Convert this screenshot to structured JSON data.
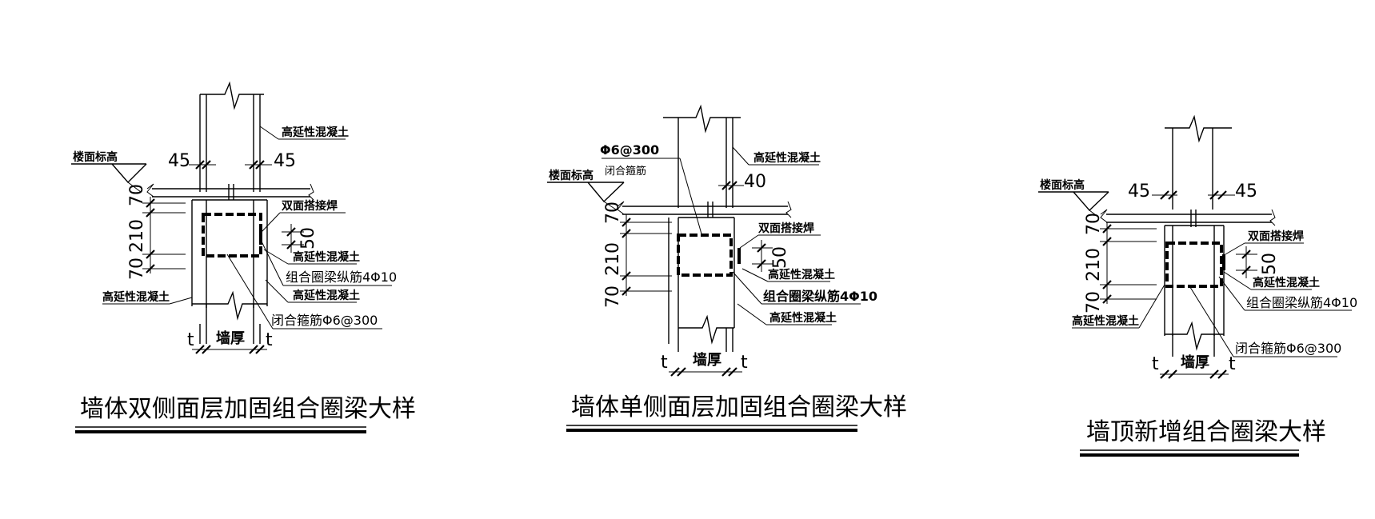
{
  "details": [
    {
      "id": "double-side",
      "title": "墙体双侧面层加固组合圈梁大样",
      "labels": {
        "floor_level": "楼面标高",
        "concrete_top": "高延性混凝土",
        "concrete_left": "高延性混凝土",
        "concrete_right_1": "高延性混凝土",
        "concrete_right_2": "高延性混凝土",
        "lap_weld": "双面搭接焊",
        "long_bars": "组合圈梁纵筋4Φ10",
        "stirrups": "闭合箍筋Φ6@300",
        "wall_thickness": "墙厚"
      },
      "dims": {
        "left_45": "45",
        "right_45": "45",
        "v70a": "70",
        "v210": "210",
        "v70b": "70",
        "d50": "50",
        "t_left": "t",
        "t_right": "t"
      }
    },
    {
      "id": "single-side",
      "title": "墙体单侧面层加固组合圈梁大样",
      "labels": {
        "stirrup_spec": "Φ6@300",
        "stirrup_name": "闭合箍筋",
        "floor_level": "楼面标高",
        "concrete_top": "高延性混凝土",
        "lap_weld": "双面搭接焊",
        "concrete_right_1": "高延性混凝土",
        "long_bars": "组合圈梁纵筋4Φ10",
        "concrete_right_2": "高延性混凝土",
        "wall_thickness": "墙厚"
      },
      "dims": {
        "d40": "40",
        "v70a": "70",
        "v210": "210",
        "v70b": "70",
        "d50": "50",
        "t_left": "t",
        "t_right": "t"
      }
    },
    {
      "id": "wall-top",
      "title": "墙顶新增组合圈梁大样",
      "labels": {
        "floor_level": "楼面标高",
        "lap_weld": "双面搭接焊",
        "concrete_right": "高延性混凝土",
        "long_bars": "组合圈梁纵筋4Φ10",
        "concrete_left": "高延性混凝土",
        "stirrups": "闭合箍筋Φ6@300",
        "wall_thickness": "墙厚"
      },
      "dims": {
        "left_45": "45",
        "right_45": "45",
        "v70a": "70",
        "v210": "210",
        "v70b": "70",
        "d50": "50",
        "t_left": "t",
        "t_right": "t"
      }
    }
  ]
}
